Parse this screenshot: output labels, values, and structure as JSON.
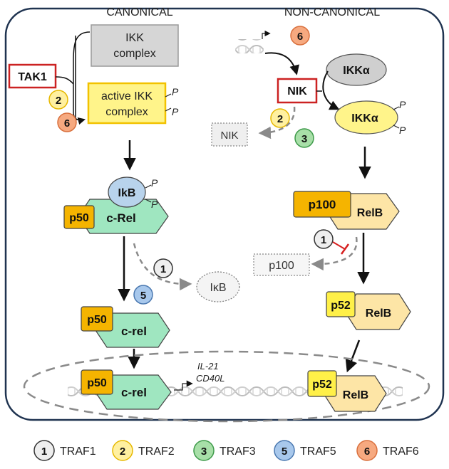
{
  "headers": {
    "canonical": "CANONICAL",
    "non_canonical": "NON-CANONICAL"
  },
  "canonical": {
    "ikk_complex": [
      "IKK",
      "complex"
    ],
    "tak1": "TAK1",
    "active_ikk": [
      "active IKK",
      "complex"
    ],
    "ikb": "IkB",
    "p50": "p50",
    "c_rel_upper": "c-Rel",
    "c_rel_lower": "c-rel",
    "released_ikb": "IκB",
    "phospho": "P"
  },
  "non_canonical": {
    "ikk_alpha": "IKKα",
    "nik": "NIK",
    "degraded_nik": "NIK",
    "p100": "p100",
    "relb": "RelB",
    "processed_p100": "p100",
    "p52": "p52"
  },
  "nucleus": {
    "genes": [
      "IL-21",
      "CD40L"
    ]
  },
  "badges": {
    "tak1_traf2": "2",
    "tak1_traf6": "6",
    "nik_traf6": "6",
    "nik_traf2": "2",
    "nik_traf3": "3",
    "ikb_traf1": "1",
    "ikb_traf5": "5",
    "p100_traf1": "1"
  },
  "colors": {
    "traf1": "#eeeeee",
    "traf2": "#fff0a0",
    "traf3": "#a8dfa8",
    "traf5": "#a8c8ec",
    "traf6": "#f6a980",
    "p50": "#f5b400",
    "crel": "#9fe6c0",
    "relb": "#fde5a6",
    "ikk_active": "#fff48a",
    "tak1_border": "#cc2222"
  },
  "legend": [
    {
      "num": "1",
      "label": "TRAF1",
      "color": "#eeeeee"
    },
    {
      "num": "2",
      "label": "TRAF2",
      "color": "#fff0a0"
    },
    {
      "num": "3",
      "label": "TRAF3",
      "color": "#a8dfa8"
    },
    {
      "num": "5",
      "label": "TRAF5",
      "color": "#a8c8ec"
    },
    {
      "num": "6",
      "label": "TRAF6",
      "color": "#f6a980"
    }
  ]
}
